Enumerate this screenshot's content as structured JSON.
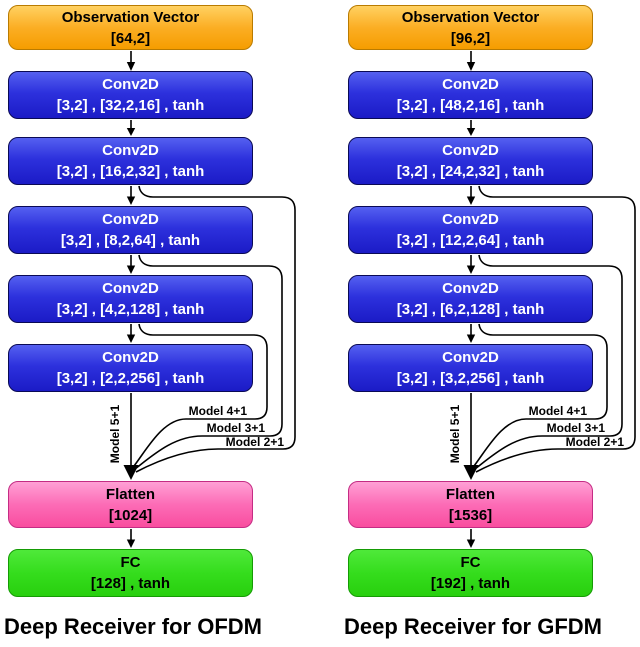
{
  "diagrams": [
    {
      "caption": "Deep Receiver for OFDM",
      "observation": {
        "title": "Observation Vector",
        "params": "[64,2]"
      },
      "conv_layers": [
        {
          "title": "Conv2D",
          "params": "[3,2] , [32,2,16] , tanh"
        },
        {
          "title": "Conv2D",
          "params": "[3,2] , [16,2,32] , tanh"
        },
        {
          "title": "Conv2D",
          "params": "[3,2] , [8,2,64] , tanh"
        },
        {
          "title": "Conv2D",
          "params": "[3,2] , [4,2,128] , tanh"
        },
        {
          "title": "Conv2D",
          "params": "[3,2] , [2,2,256] , tanh"
        }
      ],
      "skip_labels": {
        "model5": "Model 5+1",
        "model4": "Model 4+1",
        "model3": "Model 3+1",
        "model2": "Model 2+1"
      },
      "flatten": {
        "title": "Flatten",
        "params": "[1024]"
      },
      "fc": {
        "title": "FC",
        "params": "[128] , tanh"
      }
    },
    {
      "caption": "Deep Receiver for GFDM",
      "observation": {
        "title": "Observation Vector",
        "params": "[96,2]"
      },
      "conv_layers": [
        {
          "title": "Conv2D",
          "params": "[3,2] , [48,2,16] , tanh"
        },
        {
          "title": "Conv2D",
          "params": "[3,2] , [24,2,32] , tanh"
        },
        {
          "title": "Conv2D",
          "params": "[3,2] , [12,2,64] , tanh"
        },
        {
          "title": "Conv2D",
          "params": "[3,2] , [6,2,128] , tanh"
        },
        {
          "title": "Conv2D",
          "params": "[3,2] , [3,2,256] , tanh"
        }
      ],
      "skip_labels": {
        "model5": "Model 5+1",
        "model4": "Model 4+1",
        "model3": "Model 3+1",
        "model2": "Model 2+1"
      },
      "flatten": {
        "title": "Flatten",
        "params": "[1536]"
      },
      "fc": {
        "title": "FC",
        "params": "[192] , tanh"
      }
    }
  ],
  "colors": {
    "observation_box_top": "#ffd161",
    "observation_box_bottom": "#f69d00",
    "conv_box_top": "#5560f0",
    "conv_box_bottom": "#1b1bc6",
    "flatten_box_top": "#ffa0d5",
    "flatten_box_bottom": "#f94d9f",
    "fc_box_top": "#4fe93a",
    "fc_box_bottom": "#28cf0e",
    "connector_line": "#000000",
    "caption_text": "#000000"
  }
}
